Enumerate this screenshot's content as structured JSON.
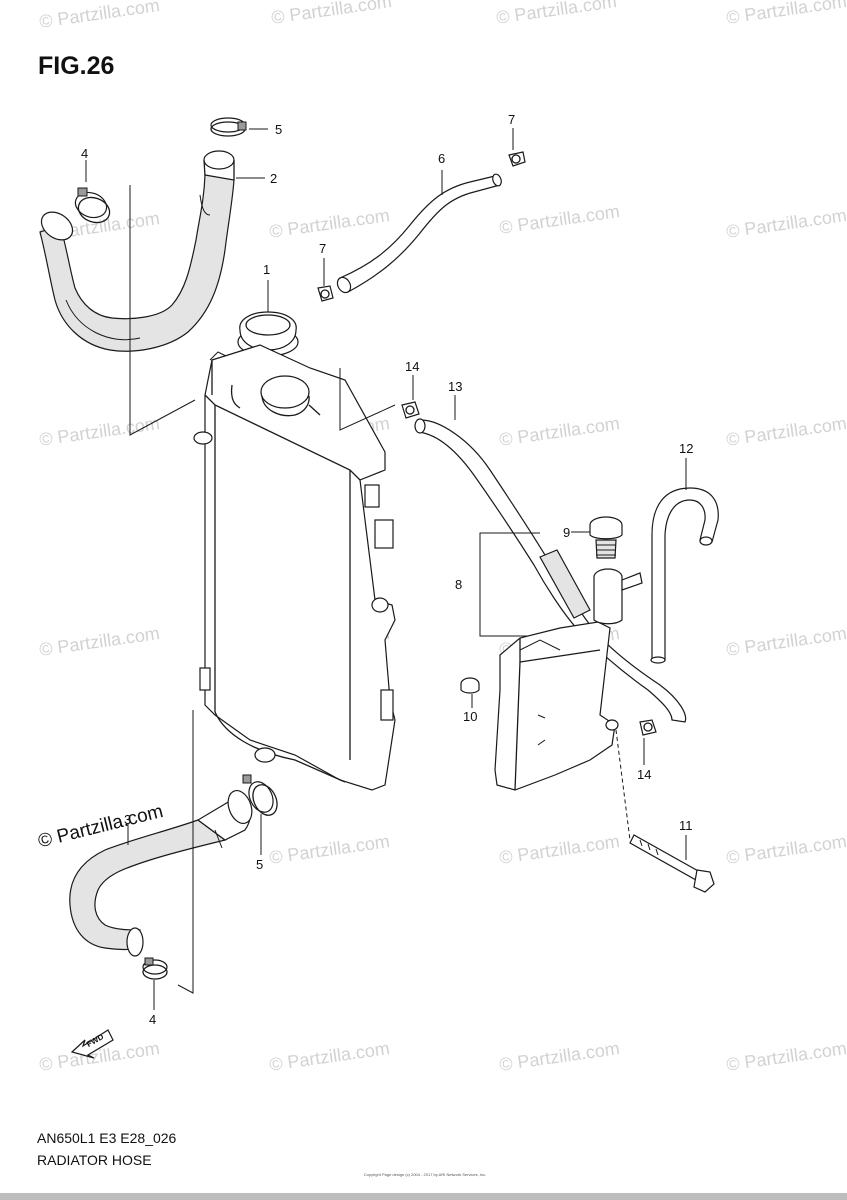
{
  "figure": {
    "title": "FIG.26",
    "code": "AN650L1 E3 E28_026",
    "name": "RADIATOR HOSE",
    "copyright": "Copyright\nPage design (c) 2004 - 2017 by ARI Network Services, Inc."
  },
  "watermark": {
    "text": "© Partzilla.com"
  },
  "callouts": [
    {
      "label": "1"
    },
    {
      "label": "2"
    },
    {
      "label": "3"
    },
    {
      "label": "4"
    },
    {
      "label": "4"
    },
    {
      "label": "5"
    },
    {
      "label": "5"
    },
    {
      "label": "6"
    },
    {
      "label": "7"
    },
    {
      "label": "7"
    },
    {
      "label": "8"
    },
    {
      "label": "9"
    },
    {
      "label": "10"
    },
    {
      "label": "11"
    },
    {
      "label": "12"
    },
    {
      "label": "13"
    },
    {
      "label": "14"
    },
    {
      "label": "14"
    }
  ],
  "fwd_arrow": {
    "label": "FWD"
  }
}
